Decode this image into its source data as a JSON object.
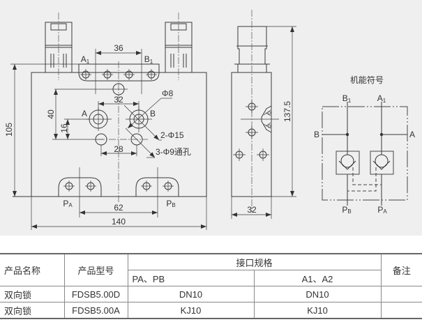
{
  "drawing": {
    "front_view": {
      "dim_top": "36",
      "dim_holes": "32",
      "dim_lower": "28",
      "dim_height_40": "40",
      "dim_height_16": "16",
      "dim_height_105": "105",
      "dim_ports": "62",
      "dim_width": "140",
      "label_a1": "A",
      "label_a1_sub": "1",
      "label_b1": "B",
      "label_b1_sub": "1",
      "label_a": "A",
      "label_b": "B",
      "label_pa": "P",
      "label_pa_sub": "A",
      "label_pb": "P",
      "label_pb_sub": "B",
      "callout_phi8": "Φ8",
      "callout_2phi15": "2-Φ15",
      "callout_3phi9": "3-Φ9通孔"
    },
    "side_view": {
      "dim_height": "137.5",
      "dim_width": "32"
    },
    "symbol": {
      "title": "机能符号",
      "label_b1": "B",
      "label_b1_sub": "1",
      "label_a1": "A",
      "label_a1_sub": "1",
      "label_b": "B",
      "label_a": "A",
      "label_pb": "P",
      "label_pb_sub": "B",
      "label_pa": "P",
      "label_pa_sub": "A"
    }
  },
  "table": {
    "headers": {
      "product_name": "产品名称",
      "product_model": "产品型号",
      "port_spec": "接口规格",
      "port_pa_pb": "PA、PB",
      "port_a1_a2": "A1、A2",
      "remark": "备注"
    },
    "rows": [
      {
        "name": "双向锁",
        "model": "FDSB5.00D",
        "pa_pb": "DN10",
        "a1_a2": "DN10",
        "remark": ""
      },
      {
        "name": "双向锁",
        "model": "FDSB5.00A",
        "pa_pb": "KJ10",
        "a1_a2": "KJ10",
        "remark": ""
      }
    ]
  }
}
